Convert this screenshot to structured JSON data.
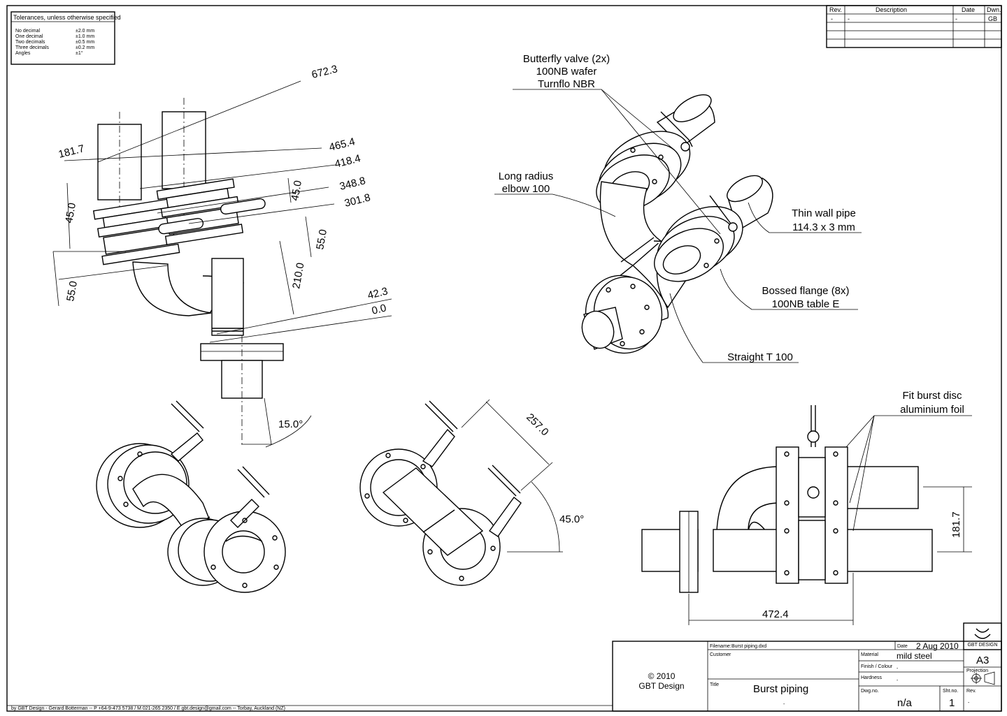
{
  "tolerances": {
    "title": "Tolerances, unless otherwise specified",
    "rows": [
      {
        "label": "No decimal",
        "value": "±2.0 mm"
      },
      {
        "label": "One decimal",
        "value": "±1.0 mm"
      },
      {
        "label": "Two decimals",
        "value": "±0.5 mm"
      },
      {
        "label": "Three decimals",
        "value": "±0.2 mm"
      },
      {
        "label": "Angles",
        "value": "±1°"
      }
    ]
  },
  "revision_table": {
    "headers": {
      "rev": "Rev.",
      "description": "Description",
      "date": "Date",
      "drawn": "Dwn."
    },
    "row": {
      "rev": "-",
      "description": "-",
      "date": "-",
      "drawn": "GB"
    }
  },
  "dimensions": {
    "d672": "672.3",
    "d181_top": "181.7",
    "d465": "465.4",
    "d418": "418.4",
    "d45_left": "45.0",
    "d45_mid": "45.0",
    "d348": "348.8",
    "d301": "301.8",
    "d55_right": "55.0",
    "d55_left": "55.0",
    "d210": "210.0",
    "d42": "42.3",
    "d0": "0.0",
    "a15": "15.0°",
    "d257": "257.0",
    "a45": "45.0°",
    "d181_right": "181.7",
    "d472": "472.4"
  },
  "callouts": {
    "butterfly": [
      "Butterfly valve (2x)",
      "100NB wafer",
      "Turnflo NBR"
    ],
    "elbow": [
      "Long radius",
      "elbow 100"
    ],
    "pipe": [
      "Thin wall pipe",
      "114.3 x 3 mm"
    ],
    "bossed": [
      "Bossed flange (8x)",
      "100NB table E"
    ],
    "tee": "Straight T 100",
    "burst": [
      "Fit burst disc",
      "aluminium foil"
    ]
  },
  "title_block": {
    "copyright": "© 2010",
    "company": "GBT Design",
    "filename_label": "Filename:",
    "filename": "Burst piping.dxd",
    "date_label": "Date",
    "date": "2 Aug 2010",
    "logo_text": "GBT DESIGN",
    "customer_label": "Customer",
    "material_label": "Material",
    "material": "mild steel",
    "size": "A3",
    "finish_label": "Finish / Colour",
    "finish": "-",
    "hardness_label": "Hardness",
    "hardness": "-",
    "projection_label": "Projection",
    "title_label": "Title",
    "title": "Burst piping",
    "title_sub": "-",
    "dwg_label": "Dwg.no.",
    "dwg": "n/a",
    "sheet_label": "Sht.no.",
    "sheet": "1",
    "rev_label": "Rev.",
    "rev": "-"
  },
  "footer": "by GBT Design - Gerard Botterman -- P +64-9-473 5738 / M 021-265 2350 / E gbt.design@gmail.com -- Torbay, Auckland (NZ)"
}
